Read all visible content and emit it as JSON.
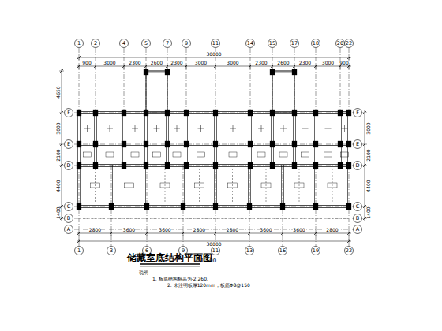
{
  "diagram": {
    "title": "储藏室底结构平面图",
    "labels": [
      "1",
      "2",
      "4",
      "5",
      "7",
      "9",
      "11",
      "14",
      "15",
      "17",
      "18",
      "20",
      "22",
      "1",
      "3",
      "6",
      "9",
      "11",
      "13",
      "16",
      "19",
      "22",
      "F",
      "E",
      "D",
      "C",
      "B",
      "A",
      "F",
      "E",
      "D",
      "C",
      "B",
      "A",
      "900",
      "3000",
      "2300",
      "2600",
      "2300",
      "3000",
      "3000",
      "2300",
      "2600",
      "2300",
      "3000",
      "900",
      "30000",
      "2800",
      "3600",
      "3600",
      "2800",
      "2800",
      "3600",
      "3600",
      "2800",
      "30000",
      "4650",
      "3000",
      "2100",
      "4400",
      "1400",
      "3000",
      "2100",
      "4400",
      "1400",
      "1:100",
      "说明",
      "1. 板底结构标高为-2.260.",
      "2. 未注明板厚120mm；板筋Φ8@150"
    ]
  }
}
